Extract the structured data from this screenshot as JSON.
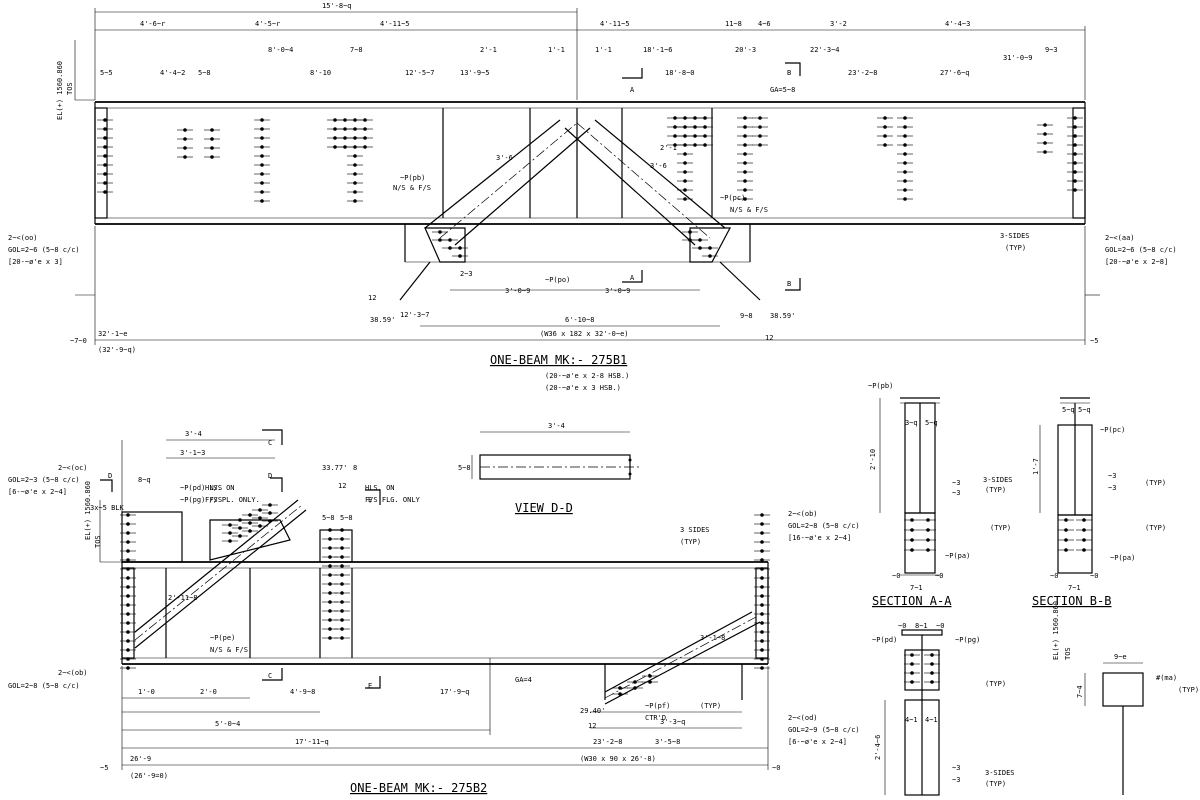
{
  "b1": {
    "title": "ONE-BEAM MK:- 275B1",
    "hsb1": "(20-~ø'e x 2-8 HSB.)",
    "hsb2": "(20-~ø'e x 3 HSB.)",
    "member": "(W36 x 182 x 32'-0~e)",
    "overall_top": "15'-8~q",
    "top_dims": [
      "4'-6~r",
      "4'-5~r",
      "4'-11~5",
      "4'-11~5",
      "11~8",
      "4~6",
      "3'-2",
      "4'-4~3"
    ],
    "dims_row2": [
      "5~5",
      "4'-4~2",
      "5~8",
      "8'-0~4",
      "7~8",
      "8'-10",
      "12'-5~7",
      "13'-9~5",
      "2'-1",
      "1'-1",
      "1'-1",
      "18'-1~6",
      "18'-8~0",
      "20'-3",
      "22'-3~4",
      "23'-2~8",
      "27'-6~q",
      "31'-0~9",
      "9~3"
    ],
    "left_len": "32'-1~e",
    "left_len2": "(32'-9~q)",
    "left_tail": "~7~0",
    "right_tail": "~5",
    "bottom_dims": [
      "12'-3~7",
      "2~3",
      "3'-0~9",
      "3'-0~9",
      "6'-10~8",
      "9~8"
    ],
    "left_notes": [
      "2~<(oo)",
      "GOL=2~6 (5~8 c/c)",
      "[20-~ø'e x 3]"
    ],
    "right_notes": [
      "2~<(aa)",
      "GOL=2~6 (5~8 c/c)",
      "[20-~ø'e x 2~8]"
    ],
    "callouts": [
      "~P(pb)",
      "N/S & F/S",
      "~P(pc)",
      "N/S & F/S",
      "~P(po)",
      "3-SIDES",
      "(TYP)",
      "GA=5~8"
    ],
    "angles": [
      "38.59'",
      "38.59'"
    ],
    "slope": "12",
    "diag_lens": [
      "3'-6",
      "3'-6",
      "2'-1"
    ],
    "el": "EL(+) 1560.860",
    "tos": "TOS",
    "sec_a": "A",
    "sec_b": "B"
  },
  "b2": {
    "title": "ONE-BEAM MK:- 275B2",
    "member": "(W30 x 90 x 26'-8)",
    "left_len": "26'-9",
    "left_len2": "(26'-9=0)",
    "tail_l": "~5",
    "tail_r": "~0",
    "top_dims": [
      "3'-4",
      "3'-1~3",
      "8~q",
      "5~8",
      "5~8"
    ],
    "angle": "33.77'",
    "slope_a": "8",
    "slope_b": "12",
    "angle2": "29.40'",
    "slope2": "12",
    "bottom_dims": [
      "1'-0",
      "2'-0",
      "5'-0~4",
      "17'-11~q",
      "4'-9~8",
      "17'-9~q",
      "23'-2~8",
      "3'-5~8",
      "3'-3~q"
    ],
    "diag_lens": [
      "2'-11~8",
      "3'-1~8"
    ],
    "left_notes": [
      "2~<(oc)",
      "GOL=2~3 (5~8 c/c)",
      "[6-~ø'e x 2~4]",
      "3x~5 BLK",
      "2~<(ob)",
      "GOL=2~8 (5~8 c/c)"
    ],
    "right_notes": [
      "2~<(ob)",
      "GOL=2~8 (5~8 c/c)",
      "[16-~ø'e x 2~4]",
      "3 SIDES",
      "(TYP)",
      "2~<(od)",
      "GOL=2~9 (5~8 c/c)",
      "[6-~ø'e x 2~4]"
    ],
    "callouts": [
      "~P(pd) N/S",
      "~P(pg) F/S",
      "HLS. ON",
      "F/S PL. ONLY.",
      "HLS. ON",
      "F/S FLG. ONLY",
      "~P(pe)",
      "N/S & F/S",
      "~P(pf)",
      "CTR'D",
      "(TYP)",
      "GA=4"
    ],
    "sec_c": "C",
    "sec_d": "D",
    "sec_e": "E",
    "el": "EL(+) 1560.860",
    "tos": "TOS"
  },
  "view_dd": {
    "title": "VIEW D-D",
    "dim": "3'-4",
    "side": "5~8"
  },
  "sec_aa": {
    "title": "SECTION A-A",
    "height": "2'-10",
    "dims": [
      "3~q",
      "5~q",
      "~3",
      "~3",
      "~0",
      "7~1",
      "~0"
    ],
    "notes": [
      "~P(pb)",
      "3-SIDES",
      "(TYP)",
      "~P(pa)",
      "(TYP)"
    ]
  },
  "sec_bb": {
    "title": "SECTION B-B",
    "height": "1'-7",
    "dims": [
      "5~q",
      "5~q",
      "~3",
      "~3",
      "~0",
      "7~1",
      "~0"
    ],
    "notes": [
      "~P(pc)",
      "(TYP)",
      "(TYP)",
      "~P(pa)"
    ]
  },
  "sec_cc": {
    "height": "2'-4~6",
    "dims": [
      "~0",
      "8~1",
      "~0",
      "4~1",
      "4~1",
      "~3",
      "~3"
    ],
    "notes": [
      "~P(pd)",
      "~P(pg)",
      "(TYP)",
      "3-SIDES",
      "(TYP)"
    ]
  },
  "sec_ee": {
    "height": "7~4",
    "dims": [
      "9~e"
    ],
    "notes": [
      "#(ma)",
      "(TYP)"
    ],
    "el": "EL(+) 1560.860",
    "tos": "TOS"
  }
}
